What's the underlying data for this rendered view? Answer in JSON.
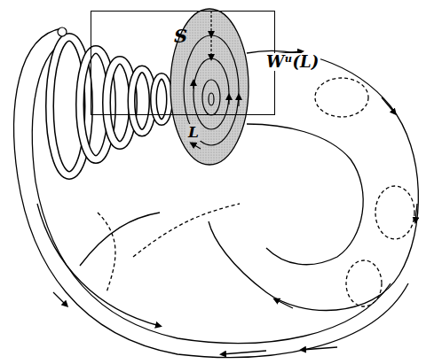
{
  "diagram": {
    "nodes": [
      {
        "text": [
          "S"
        ]
      }
    ],
    "labels": [
      "Wᵘ(L)",
      "L"
    ]
  }
}
